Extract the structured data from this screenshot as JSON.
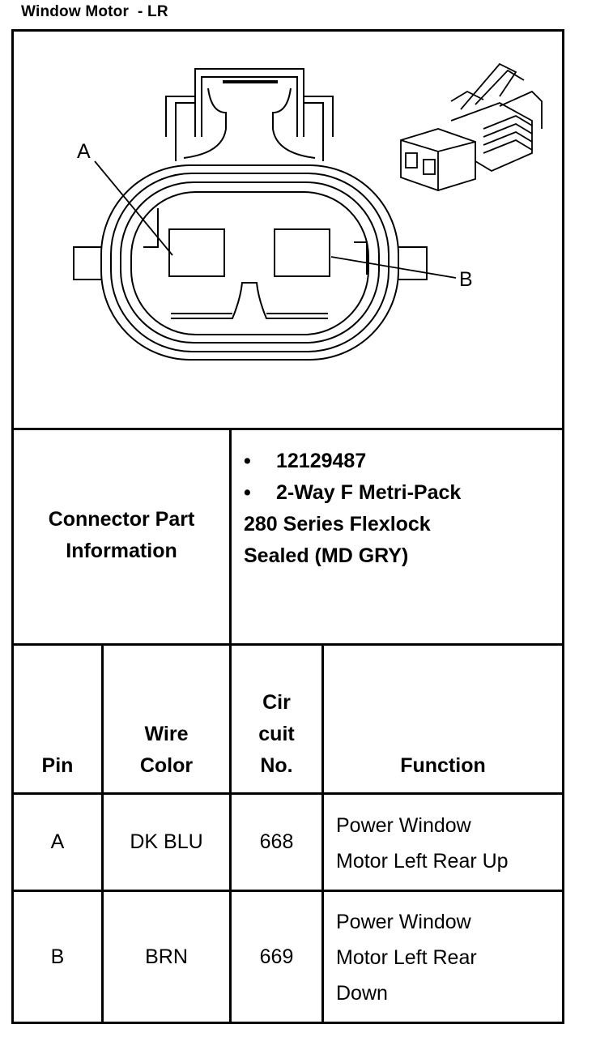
{
  "title": "Window Motor  - LR",
  "diagram": {
    "pin_labels": [
      "A",
      "B"
    ]
  },
  "connector_info": {
    "label_line1": "Connector Part",
    "label_line2": "Information",
    "bullet": "•",
    "part_number": "12129487",
    "description_line1": "2-Way F Metri-Pack",
    "description_line2": "280 Series Flexlock",
    "description_line3": "Sealed (MD GRY)"
  },
  "table": {
    "headers": {
      "pin": "Pin",
      "wire_color_1": "Wire",
      "wire_color_2": "Color",
      "circuit_1": "Cir",
      "circuit_2": "cuit",
      "circuit_3": "No.",
      "function": "Function"
    },
    "rows": [
      {
        "pin": "A",
        "color": "DK BLU",
        "circuit": "668",
        "function_lines": [
          "Power Window",
          "Motor Left Rear Up"
        ]
      },
      {
        "pin": "B",
        "color": "BRN",
        "circuit": "669",
        "function_lines": [
          "Power Window",
          "Motor Left Rear",
          "Down"
        ]
      }
    ]
  }
}
